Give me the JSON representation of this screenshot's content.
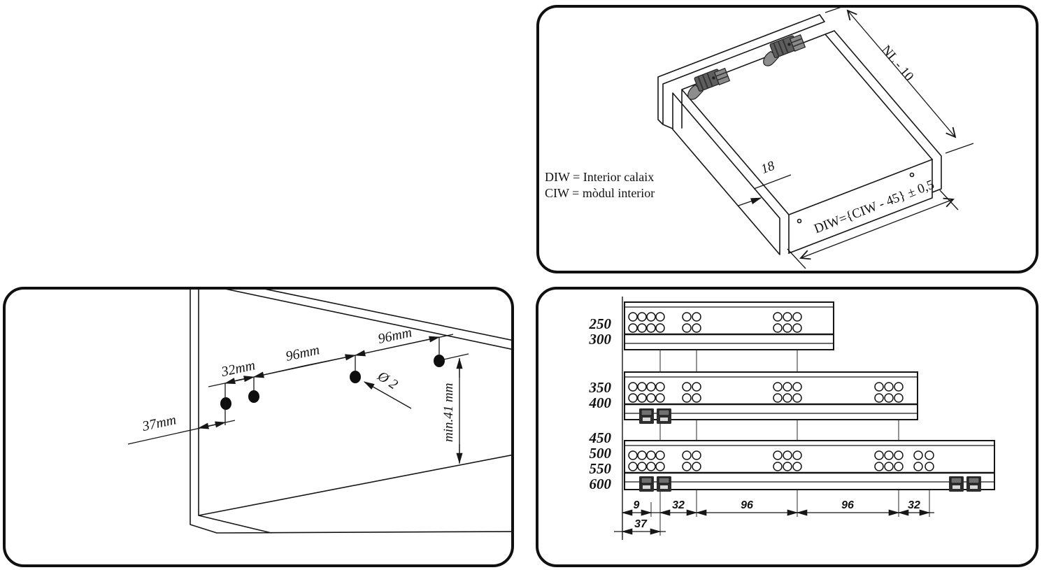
{
  "panel_drawer": {
    "legend_line1": "DIW = Interior calaix",
    "legend_line2": "CIW = mòdul interior",
    "dim_length": "NL - 10",
    "dim_thickness": "18",
    "dim_width": "DIW={CIW - 45} ± 0,5"
  },
  "panel_drilling": {
    "dim_front_offset": "37mm",
    "dim_pitch_32": "32mm",
    "dim_pitch_96a": "96mm",
    "dim_pitch_96b": "96mm",
    "dim_hole_diameter": "Ø 2",
    "dim_min_height": "min.41 mm"
  },
  "panel_rails": {
    "lengths": [
      "250",
      "300",
      "350",
      "400",
      "450",
      "500",
      "550",
      "600"
    ],
    "chain_dims": [
      "9",
      "32",
      "96",
      "96",
      "32"
    ],
    "overall_dim": "37"
  },
  "colors": {
    "line": "#161616",
    "hardware_gray": "#6e6e6e",
    "hole_fill": "#0e0e0e"
  }
}
